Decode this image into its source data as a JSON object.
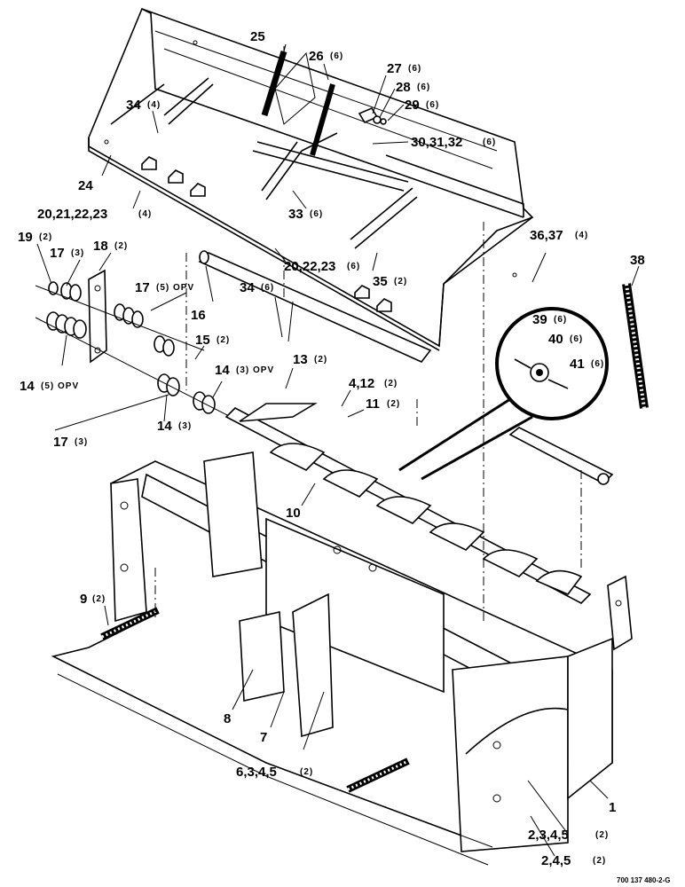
{
  "diagram": {
    "figure_code": "700 137 480-2-G",
    "callouts": [
      {
        "id": "c25",
        "num": "25",
        "qty": ""
      },
      {
        "id": "c26",
        "num": "26",
        "qty": "(6)"
      },
      {
        "id": "c27",
        "num": "27",
        "qty": "(6)"
      },
      {
        "id": "c28",
        "num": "28",
        "qty": "(6)"
      },
      {
        "id": "c29",
        "num": "29",
        "qty": "(6)"
      },
      {
        "id": "c30",
        "num": "30,31,32",
        "qty": "(6)"
      },
      {
        "id": "c34a",
        "num": "34",
        "qty": "(4)"
      },
      {
        "id": "c24",
        "num": "24",
        "qty": ""
      },
      {
        "id": "c20a",
        "num": "20,21,22,23",
        "qty": "(4)"
      },
      {
        "id": "c33",
        "num": "33",
        "qty": "(6)"
      },
      {
        "id": "c19",
        "num": "19",
        "qty": "(2)"
      },
      {
        "id": "c17a",
        "num": "17",
        "qty": "(3)"
      },
      {
        "id": "c18",
        "num": "18",
        "qty": "(2)"
      },
      {
        "id": "c36",
        "num": "36,37",
        "qty": "(4)"
      },
      {
        "id": "c38",
        "num": "38",
        "qty": ""
      },
      {
        "id": "c20b",
        "num": "20,22,23",
        "qty": "(6)"
      },
      {
        "id": "c35",
        "num": "35",
        "qty": "(2)"
      },
      {
        "id": "c34b",
        "num": "34",
        "qty": "(6)"
      },
      {
        "id": "c17b",
        "num": "17",
        "qty": "(5) OPV"
      },
      {
        "id": "c16",
        "num": "16",
        "qty": ""
      },
      {
        "id": "c39",
        "num": "39",
        "qty": "(6)"
      },
      {
        "id": "c40",
        "num": "40",
        "qty": "(6)"
      },
      {
        "id": "c41",
        "num": "41",
        "qty": "(6)"
      },
      {
        "id": "c15",
        "num": "15",
        "qty": "(2)"
      },
      {
        "id": "c14a",
        "num": "14",
        "qty": "(5) OPV"
      },
      {
        "id": "c14b",
        "num": "14",
        "qty": "(3) OPV"
      },
      {
        "id": "c13",
        "num": "13",
        "qty": "(2)"
      },
      {
        "id": "c4",
        "num": "4,12",
        "qty": "(2)"
      },
      {
        "id": "c11",
        "num": "11",
        "qty": "(2)"
      },
      {
        "id": "c14c",
        "num": "14",
        "qty": "(3)"
      },
      {
        "id": "c17c",
        "num": "17",
        "qty": "(3)"
      },
      {
        "id": "c10",
        "num": "10",
        "qty": ""
      },
      {
        "id": "c9",
        "num": "9",
        "qty": "(2)"
      },
      {
        "id": "c8",
        "num": "8",
        "qty": ""
      },
      {
        "id": "c7",
        "num": "7",
        "qty": ""
      },
      {
        "id": "c6",
        "num": "6,3,4,5",
        "qty": "(2)"
      },
      {
        "id": "c1",
        "num": "1",
        "qty": ""
      },
      {
        "id": "c2a",
        "num": "2,3,4,5",
        "qty": "(2)"
      },
      {
        "id": "c2b",
        "num": "2,4,5",
        "qty": "(2)"
      }
    ]
  }
}
